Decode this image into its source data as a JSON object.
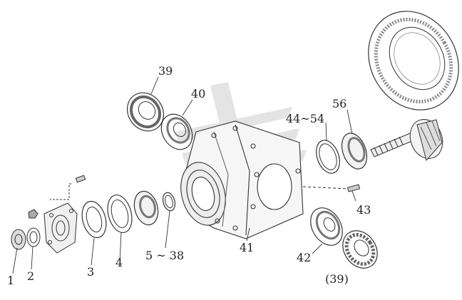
{
  "diagram": {
    "callouts": {
      "c1": "1",
      "c2": "2",
      "c3": "3",
      "c4": "4",
      "c5_38": "5 ~ 38",
      "c39": "39",
      "c40": "40",
      "c41": "41",
      "c42": "42",
      "c43": "43",
      "c44_54": "44~54",
      "c56": "56",
      "c39b": "(39)"
    },
    "colors": {
      "line": "#333333",
      "shade": "#777777",
      "light": "#bbbbbb",
      "watermark": "#e2e2e2"
    }
  }
}
